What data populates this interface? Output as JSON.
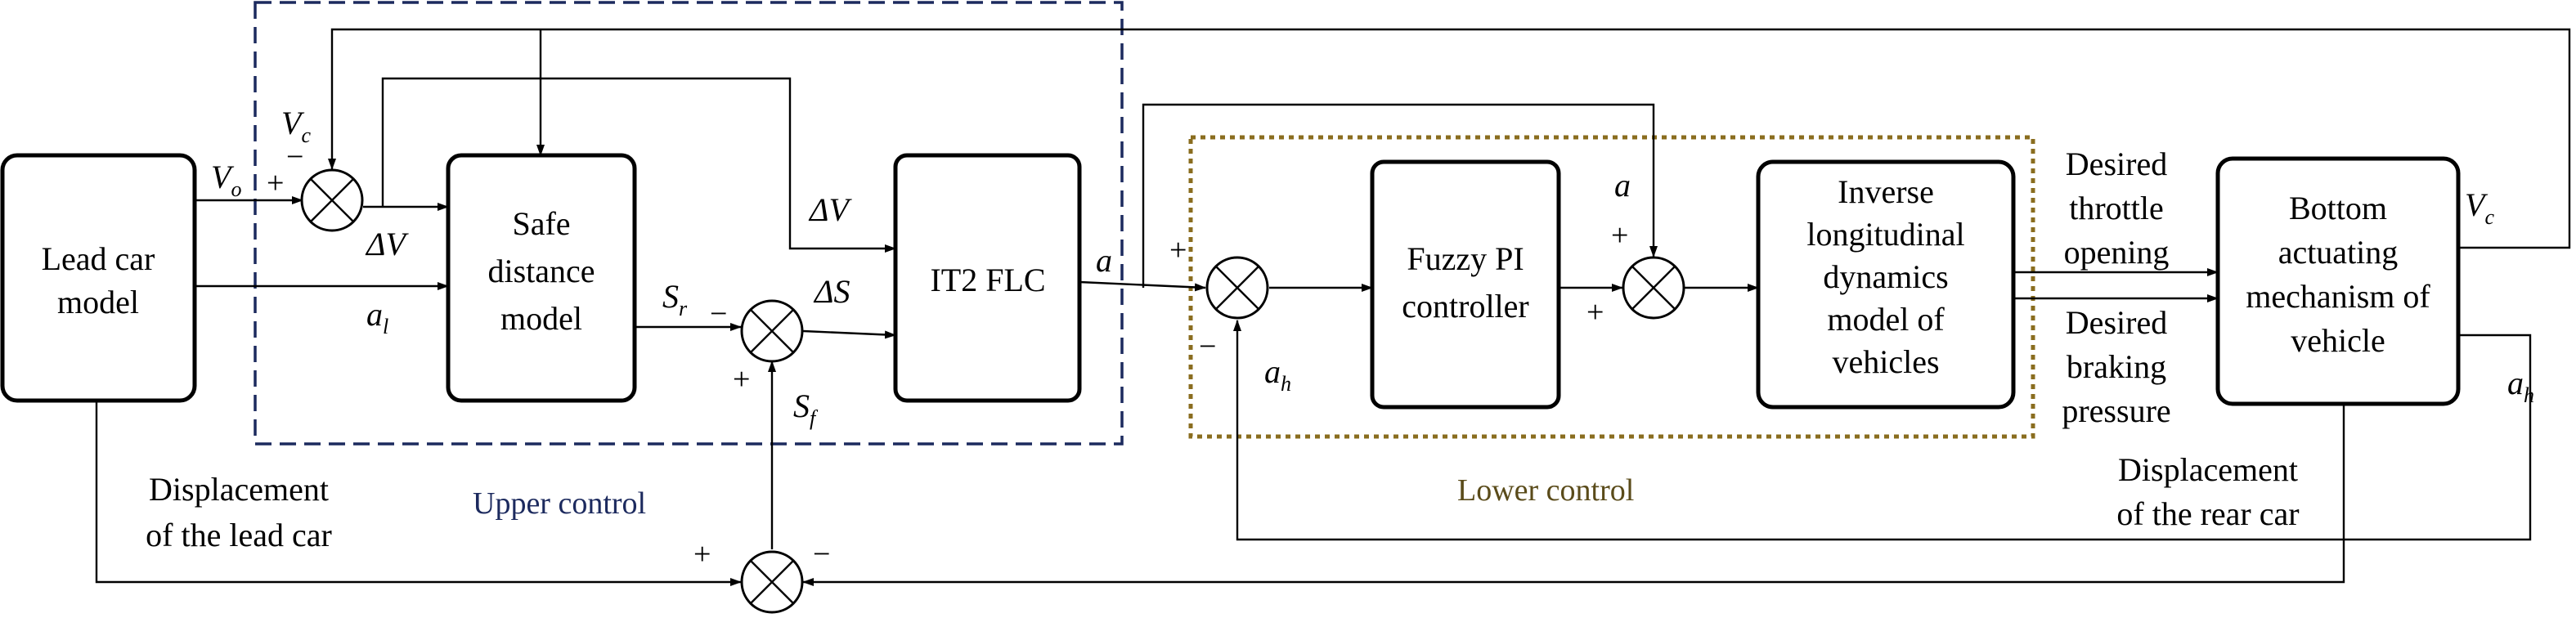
{
  "blocks": {
    "lead_car": [
      "Lead car",
      "model"
    ],
    "safe_distance": [
      "Safe",
      "distance",
      "model"
    ],
    "it2_flc": [
      "IT2 FLC"
    ],
    "fuzzy_pi": [
      "Fuzzy PI",
      "controller"
    ],
    "inverse_model": [
      "Inverse",
      "longitudinal",
      "dynamics",
      "model of",
      "vehicles"
    ],
    "bottom_actuating": [
      "Bottom",
      "actuating",
      "mechanism of",
      "vehicle"
    ]
  },
  "regions": {
    "upper": "Upper control",
    "lower": "Lower control"
  },
  "signals": {
    "vo": "V",
    "vo_sub": "o",
    "vc_top": "V",
    "vc_top_sub": "c",
    "vc_right": "V",
    "vc_right_sub": "c",
    "dv_small": "ΔV",
    "dv_big": "ΔV",
    "al": "a",
    "al_sub": "l",
    "sr": "S",
    "sr_sub": "r",
    "sf": "S",
    "sf_sub": "f",
    "ds": "ΔS",
    "a_out": "a",
    "a_ff": "a",
    "ah_left": "a",
    "ah_left_sub": "h",
    "ah_right": "a",
    "ah_right_sub": "h",
    "throttle": [
      "Desired",
      "throttle",
      "opening"
    ],
    "braking": [
      "Desired",
      "braking",
      "pressure"
    ],
    "disp_lead": [
      "Displacement",
      "of the lead car"
    ],
    "disp_rear": [
      "Displacement",
      "of the rear car"
    ]
  },
  "signs": {
    "s1_plus": "+",
    "s1_minus": "−",
    "s2_minus": "−",
    "s2_plus": "+",
    "s3_plus": "+",
    "s3_minus": "−",
    "s4_plus": "+",
    "s4_minus": "−",
    "s5_plus_top": "+",
    "s5_plus_bottom": "+"
  },
  "colors": {
    "upper_border": "#1c2a5e",
    "lower_border": "#8a6d1f",
    "line": "#000000"
  }
}
